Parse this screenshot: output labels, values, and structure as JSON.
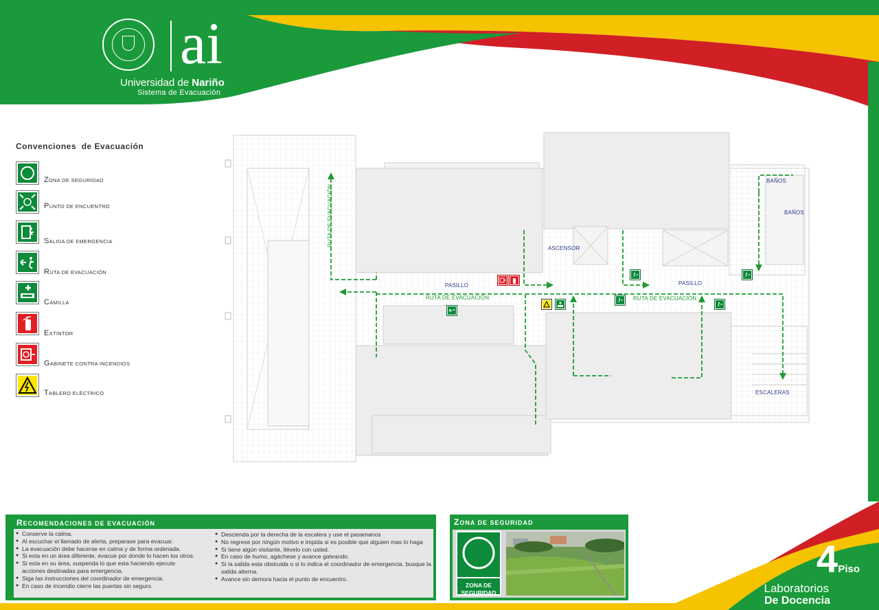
{
  "header": {
    "university_prefix": "Universidad de",
    "university_name": "Nariño",
    "system_name": "Sistema de Evacuación",
    "logo_mark": "ai"
  },
  "legend": {
    "title_part1": "Convenciones",
    "title_part2": "de Evacuación",
    "items": [
      {
        "label": "Zona de seguridad",
        "icon": "safety-zone-icon"
      },
      {
        "label": "Punto de encuentro",
        "icon": "meeting-point-icon"
      },
      {
        "label": "Salida de emergencia",
        "icon": "emergency-exit-icon"
      },
      {
        "label": "Ruta de evacuación",
        "icon": "evacuation-route-icon"
      },
      {
        "label": "Camilla",
        "icon": "stretcher-icon"
      },
      {
        "label": "Extintor",
        "icon": "fire-extinguisher-icon"
      },
      {
        "label": "Gabinete contra incendios",
        "icon": "fire-cabinet-icon"
      },
      {
        "label": "Tablero eléctrico",
        "icon": "electric-panel-icon"
      }
    ]
  },
  "plan": {
    "route_vertical": "RUTA DE EVACUACIÓN",
    "pasillo_left": "PASILLO",
    "pasillo_right": "PASILLO",
    "route_left": "RUTA DE EVACUACIÓN",
    "route_right": "RUTA DE EVACUACIÓN",
    "ascensor": "ASCENSOR",
    "banos_1": "BAÑOS",
    "banos_2": "BAÑOS",
    "escaleras": "ESCALERAS"
  },
  "recommendations": {
    "title": "Recomendaciones de Evacuación",
    "left": [
      "Conserve la calma.",
      "Al escuchar el llamado de alerta, preparase para evacuar.",
      "La evacuación debe hacerse en calma y de forma ordenada.",
      "Si esta en un área diferente, evacue por donde lo hacen los otros.",
      "Si esta en su área, suspenda lo que esta haciendo ejecute acciones destinadas para emergencia.",
      "Siga las instrucciones del coordinador de emergencia.",
      "En caso de incendio cierre las puertas sin seguro."
    ],
    "right": [
      "Descienda por la derecha de la escalera y use el pasamanos",
      "No regrese por ningún motivo e impida si es posible que alguien mas  lo haga",
      "Si tiene algún visitante, llévelo con usted.",
      "En caso de humo, agáchese y avance gateando.",
      "Si la salida esta obstruida o si lo indica el coordinador de emergencia, busque la salida alterna.",
      "Avance sin demora hacia el punto de encuentro."
    ]
  },
  "safety_zone": {
    "title": "Zona de Seguridad",
    "sign_line1": "ZONA DE",
    "sign_line2": "SEGURIDAD"
  },
  "floor": {
    "number": "4",
    "word": "Piso",
    "line1": "Laboratorios",
    "line2": "De Docencia"
  },
  "colors": {
    "green": "#1a9a3b",
    "yellow": "#f6c300",
    "red": "#d11f26"
  }
}
